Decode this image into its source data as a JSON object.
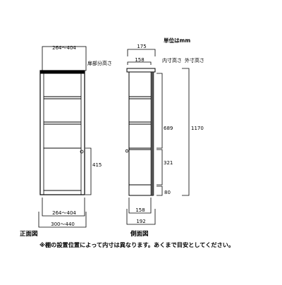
{
  "unit_label": "単位はmm",
  "front_view": {
    "caption": "正面図",
    "top_width": "264～404",
    "shelf_label": "扉部分高さ",
    "door_height": "415",
    "inner_width": "264～404",
    "outer_width": "300～440"
  },
  "side_view": {
    "caption": "側面図",
    "top_depth": "175",
    "inner_depth_top": "158",
    "inner_height_label": "内寸高さ",
    "outer_height_label": "外寸高さ",
    "upper_inner_height": "689",
    "lower_inner_height": "321",
    "base_height": "80",
    "total_height": "1170",
    "inner_depth_bottom": "158",
    "outer_depth": "192"
  },
  "note": "※棚の設置位置によって内寸は異なります。あくまで目安としてください。"
}
